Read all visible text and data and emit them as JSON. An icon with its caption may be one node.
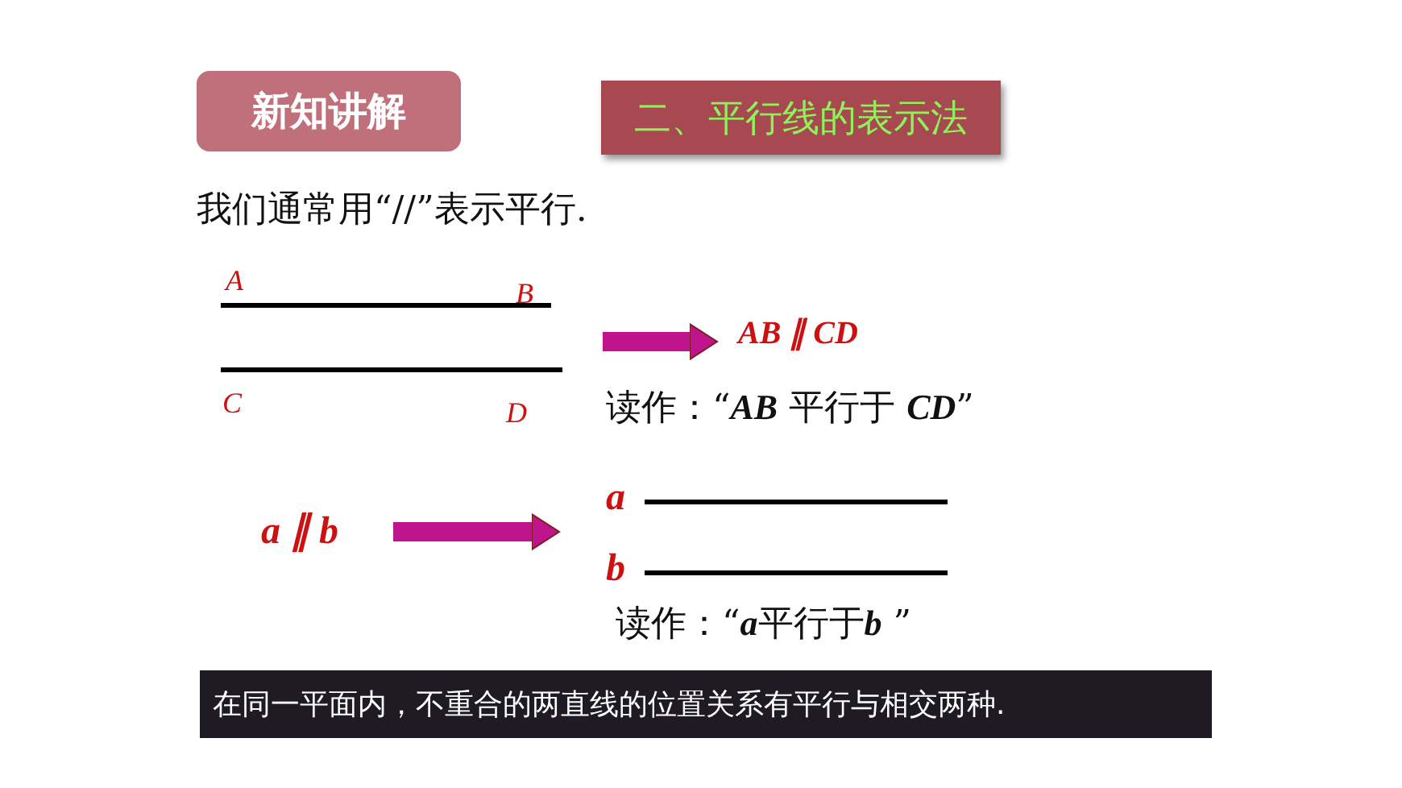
{
  "diagram": {
    "nodes": [
      {
        "text": [
          "新知讲解"
        ]
      },
      {
        "text": [
          "二、平行线的表示法"
        ]
      },
      {
        "text": [
          "A",
          "B",
          "C",
          "D"
        ]
      },
      {
        "text": [
          "AB ∥ CD"
        ]
      },
      {
        "text": [
          "a ∥ b"
        ]
      },
      {
        "text": [
          "a",
          "b"
        ]
      },
      {
        "text": [
          "在同一平面内，不重合的两直线的位置关系有平行与相交两种."
        ]
      }
    ],
    "edges": [
      {
        "from": 2,
        "to": 3,
        "arrow": "to"
      },
      {
        "from": 4,
        "to": 5,
        "arrow": "to"
      }
    ],
    "labels": [
      "我们通常用“//”表示平行.",
      "读作：“**AB** 平行于 **CD**”",
      "读作：“**a**平行于**b** ”"
    ]
  }
}
